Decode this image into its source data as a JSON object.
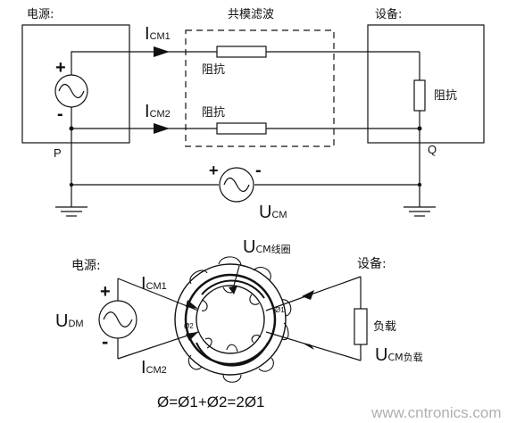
{
  "top": {
    "source_label": "电源:",
    "filter_label": "共模滤波",
    "device_label": "设备:",
    "icm1": {
      "main": "I",
      "sub": "CM1"
    },
    "icm2": {
      "main": "I",
      "sub": "CM2"
    },
    "impedance_top": "阻抗",
    "impedance_bottom": "阻抗",
    "impedance_device": "阻抗",
    "plus": "+",
    "minus": "-",
    "node_p": "P",
    "node_q": "Q",
    "ucm_plus": "+",
    "ucm_minus": "-",
    "ucm": {
      "main": "U",
      "sub": "CM"
    }
  },
  "bottom": {
    "source_label": "电源:",
    "device_label": "设备:",
    "ucm_coil": {
      "main": "U",
      "sub": "CM线圈"
    },
    "icm1": {
      "main": "I",
      "sub": "CM1"
    },
    "icm2": {
      "main": "I",
      "sub": "CM2"
    },
    "udm": {
      "main": "U",
      "sub": "DM"
    },
    "plus": "+",
    "minus": "-",
    "phi1": "Ø1",
    "phi2": "Ø2",
    "load_label": "负载",
    "ucm_load": {
      "main": "U",
      "sub": "CM负载"
    },
    "formula": "Ø=Ø1+Ø2=2Ø1"
  },
  "watermark": "www.cntronics.com"
}
